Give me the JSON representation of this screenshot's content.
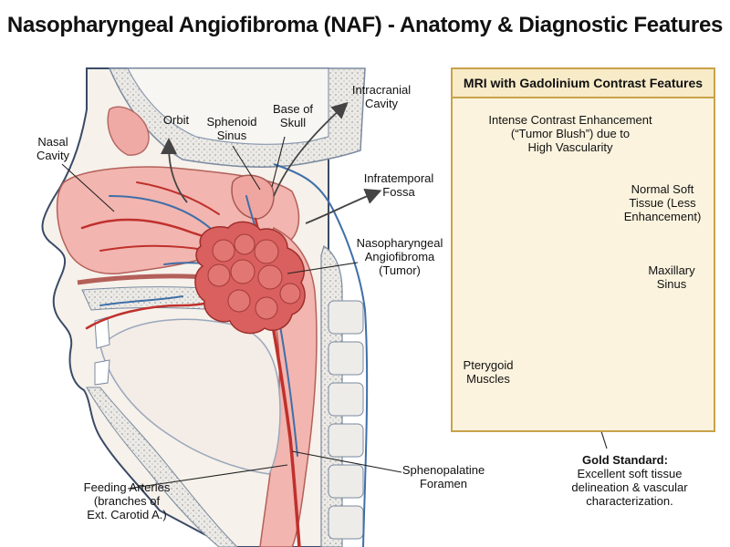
{
  "title": "Nasopharyngeal Angiofibroma (NAF) - Anatomy & Diagnostic Features",
  "anatomy_labels": {
    "nasal_cavity": "Nasal\nCavity",
    "orbit": "Orbit",
    "sphenoid_sinus": "Sphenoid\nSinus",
    "base_of_skull": "Base of\nSkull",
    "intracranial_cavity": "Intracranial\nCavity",
    "infratemporal_fossa": "Infratemporal\nFossa",
    "tumor": "Nasopharyngeal\nAngiofibroma\n(Tumor)",
    "sphenopalatine_foramen": "Sphenopalatine\nForamen",
    "feeding_arteries": "Feeding Arteries\n(branches of\nExt. Carotid A.)"
  },
  "mri_panel": {
    "heading": "MRI with Gadolinium Contrast Features",
    "enhancement": "Intense Contrast Enhancement\n(“Tumor Blush”) due to\nHigh Vascularity",
    "normal_tissue": "Normal Soft\nTissue (Less\nEnhancement)",
    "maxillary_sinus": "Maxillary\nSinus",
    "pterygoid_muscles": "Pterygoid\nMuscles"
  },
  "gold_standard": {
    "heading": "Gold Standard:",
    "text": "Excellent soft tissue\ndelineation & vascular\ncharacterization."
  },
  "colors": {
    "tissue": "#f2b5b0",
    "tumor": "#d9605e",
    "artery": "#c0302c",
    "vein": "#3f6fa8",
    "bone": "#e8e6e2",
    "mri_border": "#c9a24a",
    "contrast_blush": "#f7a51f"
  }
}
